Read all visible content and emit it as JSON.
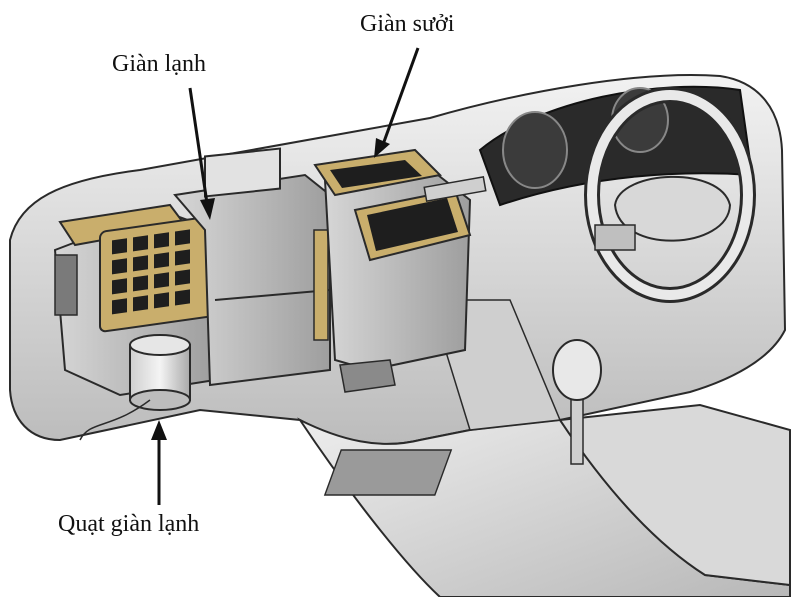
{
  "labels": {
    "heater_core": "Giàn sưởi",
    "evaporator": "Giàn lạnh",
    "evaporator_fan": "Quạt giàn lạnh"
  },
  "colors": {
    "vent_tan": "#c9ae6c",
    "vent_dark": "#1e1e1e",
    "body_light": "#e4e4e4",
    "body_mid": "#bdbdbd",
    "outline": "#2a2a2a"
  },
  "icons": [
    "arrow-heater",
    "arrow-evaporator",
    "arrow-fan"
  ]
}
